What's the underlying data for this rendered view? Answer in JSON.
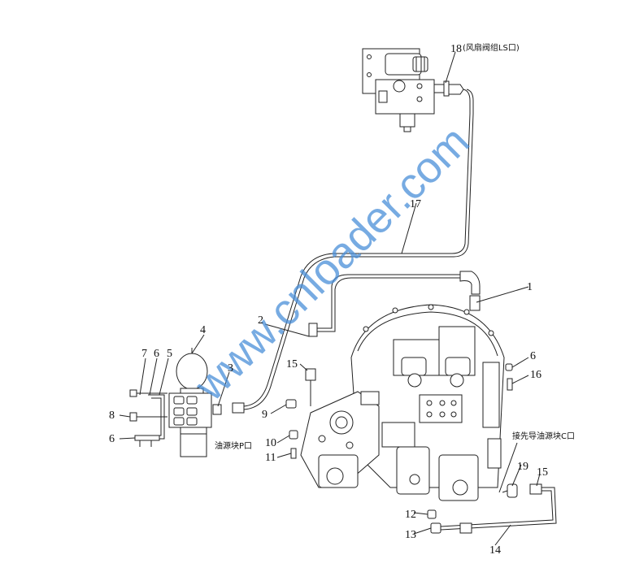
{
  "labels": {
    "l1": "1",
    "l2": "2",
    "l3": "3",
    "l4": "4",
    "l5": "5",
    "l6a": "6",
    "l6b": "6",
    "l6c": "6",
    "l7": "7",
    "l8": "8",
    "l9": "9",
    "l10": "10",
    "l11": "11",
    "l12": "12",
    "l13": "13",
    "l14": "14",
    "l15a": "15",
    "l15b": "15",
    "l16": "16",
    "l17": "17",
    "l18": "18",
    "l19": "19"
  },
  "notes": {
    "fan_valve_ls": "(风扇阀组LS口)",
    "oil_block_p": "油源块P口",
    "priority_c": "接先导油源块C口"
  },
  "watermark": "www.cnloader.com"
}
